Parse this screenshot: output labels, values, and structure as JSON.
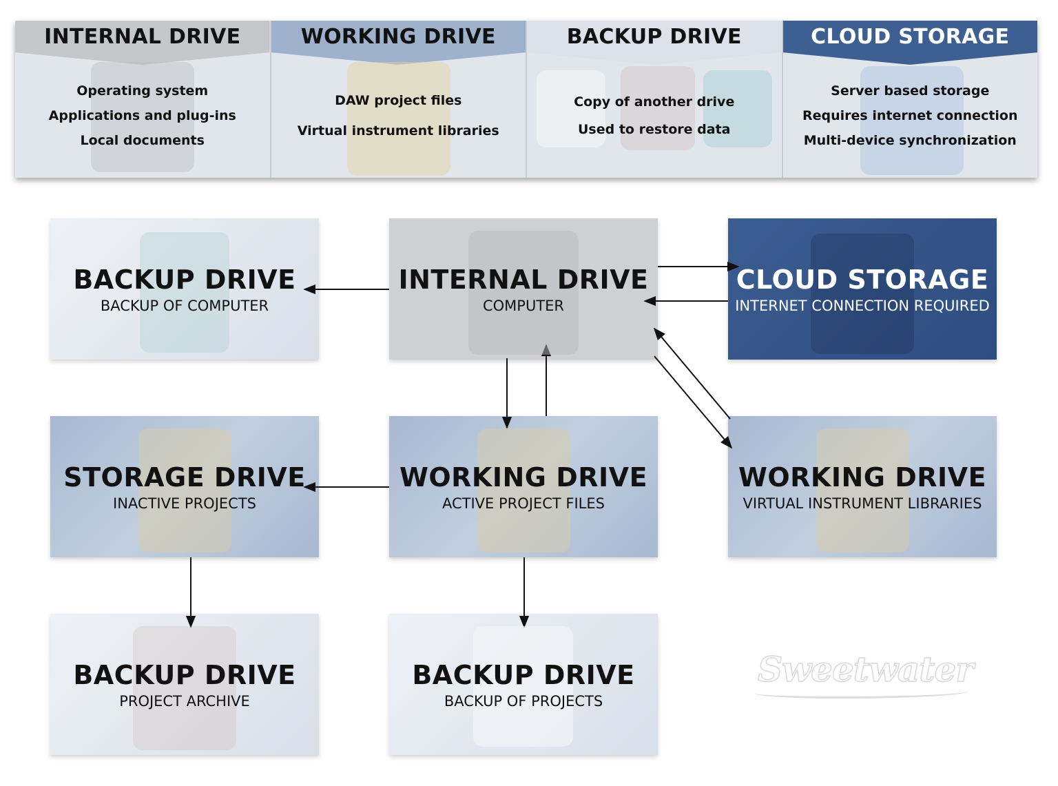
{
  "legend": {
    "columns": [
      {
        "title": "INTERNAL DRIVE",
        "lines": [
          "Operating system",
          "Applications and plug-ins",
          "Local documents"
        ]
      },
      {
        "title": "WORKING DRIVE",
        "lines": [
          "DAW project files",
          "Virtual instrument libraries"
        ]
      },
      {
        "title": "BACKUP DRIVE",
        "lines": [
          "Copy of another drive",
          "Used to restore data"
        ]
      },
      {
        "title": "CLOUD STORAGE",
        "lines": [
          "Server based storage",
          "Requires internet connection",
          "Multi-device synchronization"
        ]
      }
    ]
  },
  "nodes": {
    "backup_computer": {
      "title": "BACKUP DRIVE",
      "subtitle": "BACKUP OF COMPUTER"
    },
    "internal": {
      "title": "INTERNAL DRIVE",
      "subtitle": "COMPUTER"
    },
    "cloud": {
      "title": "CLOUD STORAGE",
      "subtitle": "INTERNET CONNECTION REQUIRED"
    },
    "storage": {
      "title": "STORAGE DRIVE",
      "subtitle": "INACTIVE PROJECTS"
    },
    "working_active": {
      "title": "WORKING DRIVE",
      "subtitle": "ACTIVE PROJECT FILES"
    },
    "working_libraries": {
      "title": "WORKING DRIVE",
      "subtitle": "VIRTUAL INSTRUMENT LIBRARIES"
    },
    "backup_archive": {
      "title": "BACKUP DRIVE",
      "subtitle": "PROJECT ARCHIVE"
    },
    "backup_projects": {
      "title": "BACKUP DRIVE",
      "subtitle": "BACKUP OF PROJECTS"
    }
  },
  "edges": [
    {
      "from": "internal",
      "to": "backup_computer"
    },
    {
      "from": "internal",
      "to": "cloud"
    },
    {
      "from": "cloud",
      "to": "internal"
    },
    {
      "from": "internal",
      "to": "working_active"
    },
    {
      "from": "working_active",
      "to": "internal"
    },
    {
      "from": "internal",
      "to": "working_libraries"
    },
    {
      "from": "working_libraries",
      "to": "internal"
    },
    {
      "from": "working_active",
      "to": "storage"
    },
    {
      "from": "storage",
      "to": "backup_archive"
    },
    {
      "from": "working_active",
      "to": "backup_projects"
    }
  ],
  "watermark": "Sweetwater",
  "colors": {
    "internal_header": "#c6c7c9",
    "working_header": "#9fb2cd",
    "backup_header": "#dde2ea",
    "cloud_header": "#3e5f92",
    "arrow": "#111111"
  }
}
